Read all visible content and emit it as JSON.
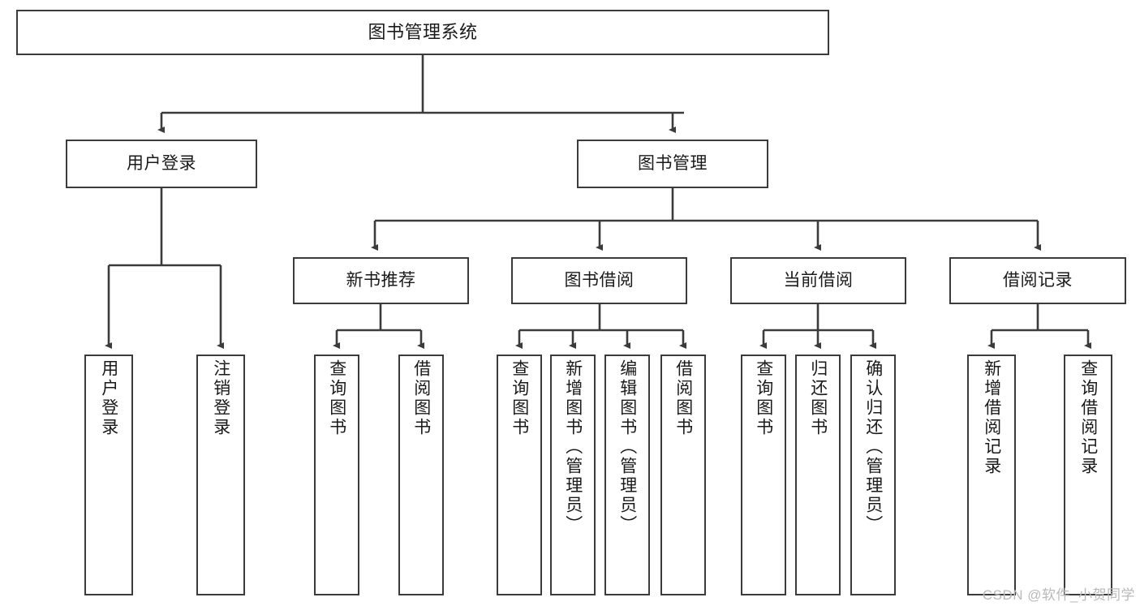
{
  "diagram": {
    "title": "图书管理系统",
    "type": "tree",
    "stroke_color": "#3b3b3b",
    "background_color": "#ffffff",
    "text_color": "#1a1a1a"
  },
  "root": {
    "label": "图书管理系统"
  },
  "level2": [
    {
      "id": "user-login",
      "label": "用户登录"
    },
    {
      "id": "book-management",
      "label": "图书管理"
    }
  ],
  "level3": [
    {
      "id": "new-book-recommend",
      "label": "新书推荐"
    },
    {
      "id": "book-borrow",
      "label": "图书借阅"
    },
    {
      "id": "current-borrow",
      "label": "当前借阅"
    },
    {
      "id": "borrow-record",
      "label": "借阅记录"
    }
  ],
  "leaves": {
    "user_login": [
      {
        "id": "leaf-user-login",
        "label": "用户登录"
      },
      {
        "id": "leaf-logout-login",
        "label": "注销登录"
      }
    ],
    "new_book_recommend": [
      {
        "id": "leaf-query-book-1",
        "label": "查询图书"
      },
      {
        "id": "leaf-borrow-book-1",
        "label": "借阅图书"
      }
    ],
    "book_borrow": [
      {
        "id": "leaf-query-book-2",
        "label": "查询图书"
      },
      {
        "id": "leaf-add-book",
        "label": "新增图书（管理员）"
      },
      {
        "id": "leaf-edit-book",
        "label": "编辑图书（管理员）"
      },
      {
        "id": "leaf-borrow-book-2",
        "label": "借阅图书"
      }
    ],
    "current_borrow": [
      {
        "id": "leaf-query-book-3",
        "label": "查询图书"
      },
      {
        "id": "leaf-return-book",
        "label": "归还图书"
      },
      {
        "id": "leaf-confirm-return",
        "label": "确认归还（管理员）"
      }
    ],
    "borrow_record": [
      {
        "id": "leaf-add-record",
        "label": "新增借阅记录"
      },
      {
        "id": "leaf-query-record",
        "label": "查询借阅记录"
      }
    ]
  },
  "watermark": {
    "text": "CSDN @软件_小贺同学"
  }
}
